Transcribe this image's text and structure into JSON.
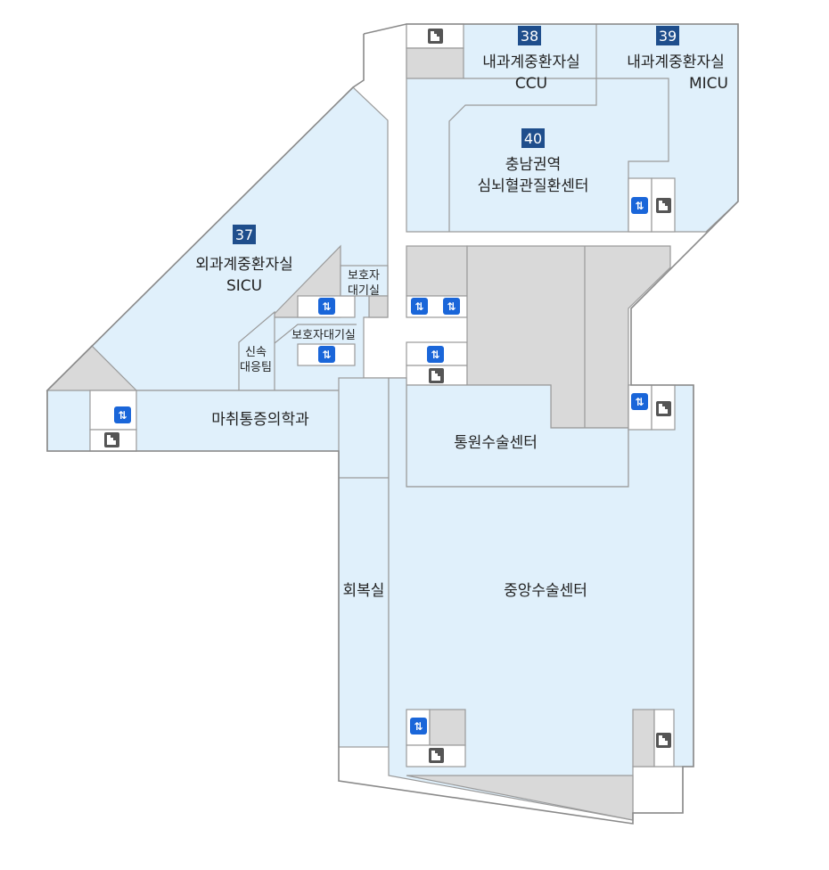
{
  "rooms": {
    "ccu": {
      "number": "38",
      "line1": "내과계중환자실",
      "line2": "CCU"
    },
    "micu": {
      "number": "39",
      "line1": "내과계중환자실",
      "line2": "MICU"
    },
    "center40": {
      "number": "40",
      "line1": "충남권역",
      "line2": "심뇌혈관질환센터"
    },
    "sicu": {
      "number": "37",
      "line1": "외과계중환자실",
      "line2": "SICU"
    },
    "guardian_waiting_1": {
      "line1": "보호자",
      "line2": "대기실"
    },
    "guardian_waiting_2": {
      "label": "보호자대기실"
    },
    "rapid_response": {
      "line1": "신속",
      "line2": "대응팀"
    },
    "anesthesiology": {
      "label": "마취통증의학과"
    },
    "day_surgery": {
      "label": "통원수술센터"
    },
    "recovery": {
      "label": "회복실"
    },
    "central_surgery": {
      "label": "중앙수술센터"
    }
  },
  "icons": {
    "elevator": "elevator-icon",
    "stairs": "stairs-icon",
    "elevator_glyph": "⇅"
  },
  "colors": {
    "room_fill": "#e0f0fb",
    "service_fill": "#d9d9d9",
    "badge": "#1f4e8c",
    "elevator": "#1a66d9",
    "stairs": "#555555"
  }
}
